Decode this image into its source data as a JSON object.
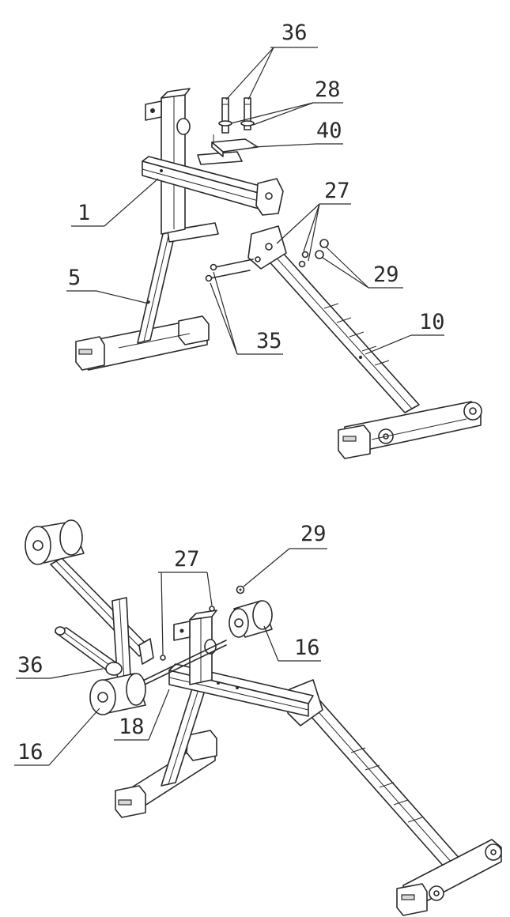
{
  "upper_assembly": {
    "callouts": [
      {
        "id": "c36a",
        "label": "36"
      },
      {
        "id": "c28",
        "label": "28"
      },
      {
        "id": "c40",
        "label": "40"
      },
      {
        "id": "c1",
        "label": "1"
      },
      {
        "id": "c27a",
        "label": "27"
      },
      {
        "id": "c5",
        "label": "5"
      },
      {
        "id": "c29a",
        "label": "29"
      },
      {
        "id": "c35",
        "label": "35"
      },
      {
        "id": "c10",
        "label": "10"
      }
    ]
  },
  "lower_assembly": {
    "callouts": [
      {
        "id": "c29b",
        "label": "29"
      },
      {
        "id": "c27b",
        "label": "27"
      },
      {
        "id": "c16a",
        "label": "16"
      },
      {
        "id": "c36b",
        "label": "36"
      },
      {
        "id": "c18",
        "label": "18"
      },
      {
        "id": "c16b",
        "label": "16"
      }
    ]
  }
}
